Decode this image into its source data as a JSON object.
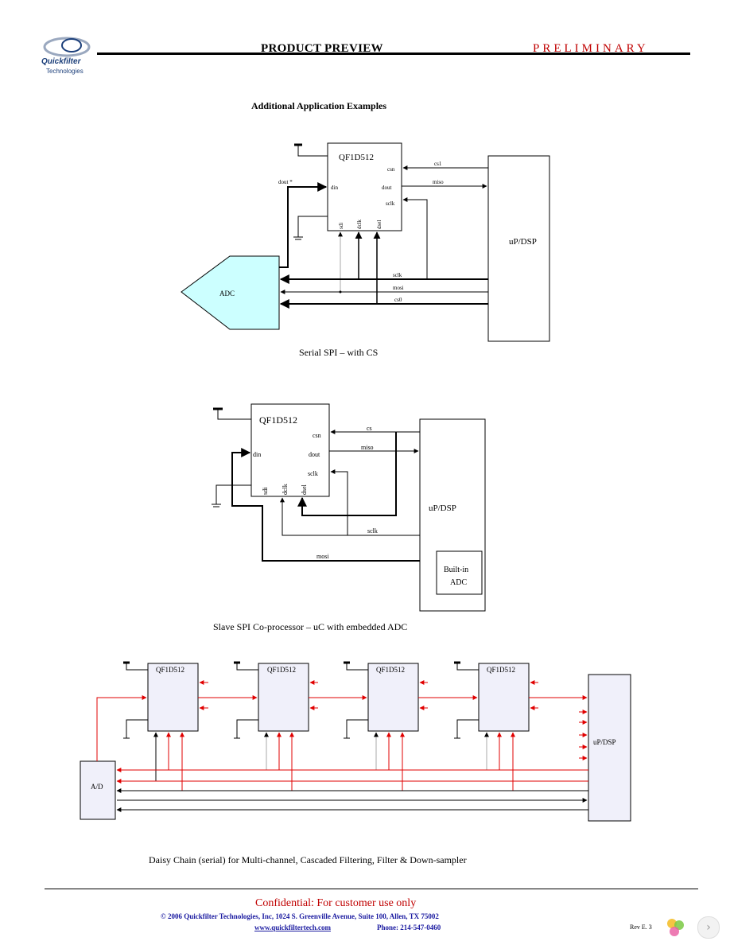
{
  "header": {
    "logo_name": "Quickfilter",
    "logo_sub": "Technologies",
    "title": "PRODUCT PREVIEW",
    "status": "PRELIMINARY"
  },
  "section_title": "Additional Application Examples",
  "diagram1": {
    "chip": "QF1D512",
    "pins_right": [
      "csn",
      "dout",
      "sclk"
    ],
    "pin_left": "din",
    "pins_bottom": [
      "sdi",
      "dclk",
      "dsel"
    ],
    "processor": "uP/DSP",
    "adc": "ADC",
    "signals": [
      "cs1",
      "miso",
      "dout *",
      "sclk",
      "mosi",
      "cs0"
    ],
    "caption": "Serial SPI – with CS"
  },
  "diagram2": {
    "chip": "QF1D512",
    "pins_right": [
      "csn",
      "dout",
      "sclk"
    ],
    "pin_left": "din",
    "pins_bottom": [
      "sdi",
      "dclk",
      "dsel"
    ],
    "processor": "uP/DSP",
    "builtin": [
      "Built-in",
      "ADC"
    ],
    "signals": [
      "cs",
      "miso",
      "sclk",
      "mosi"
    ],
    "caption": "Slave SPI Co-processor – uC with embedded ADC"
  },
  "diagram3": {
    "chips": [
      "QF1D512",
      "QF1D512",
      "QF1D512",
      "QF1D512"
    ],
    "processor": "uP/DSP",
    "adc": "A/D",
    "caption": "Daisy Chain (serial) for Multi-channel, Cascaded Filtering, Filter & Down-sampler"
  },
  "footer": {
    "confidential": "Confidential:  For customer use only",
    "address": "© 2006 Quickfilter Technologies, Inc, 1024 S. Greenville Avenue, Suite 100, Allen, TX 75002",
    "website": "www.quickfiltertech.com",
    "phone": "Phone: 214-547-0460",
    "rev": "Rev E. 3"
  },
  "colors": {
    "red": "#e00000",
    "cyan": "#ccffff",
    "box": "#f0f0fa"
  }
}
